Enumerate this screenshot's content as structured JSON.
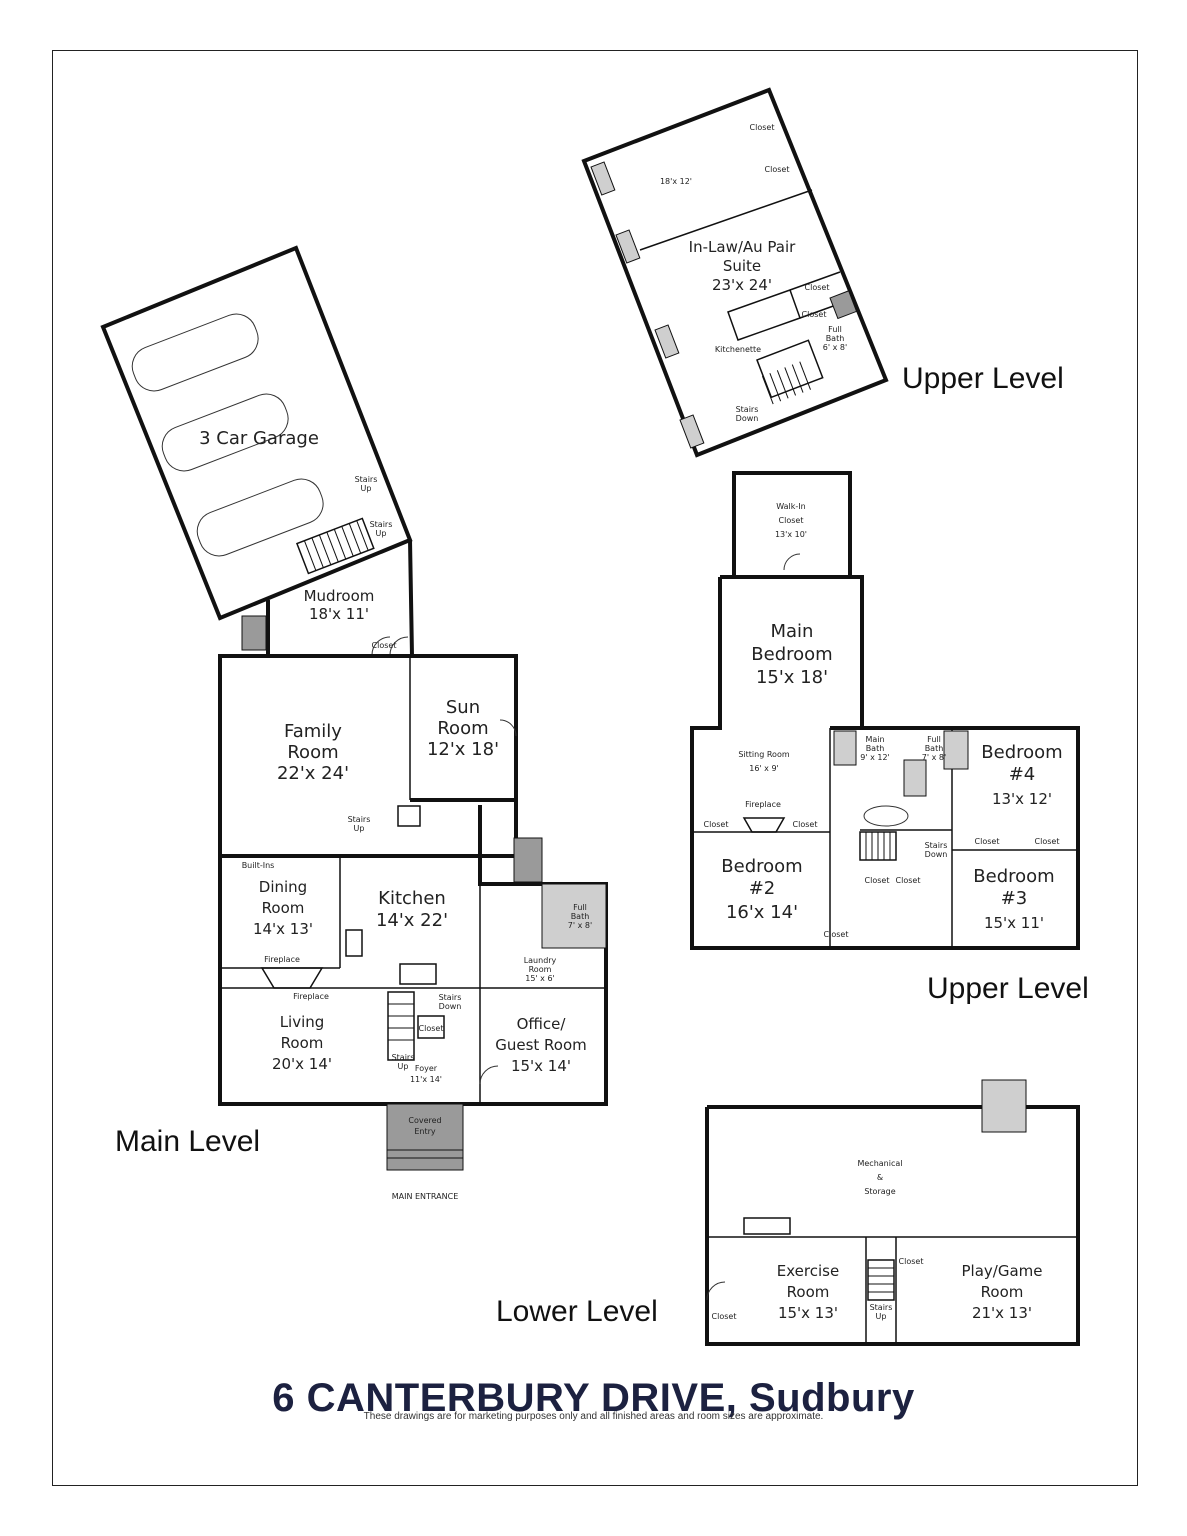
{
  "address": "6 CANTERBURY DRIVE, Sudbury",
  "disclaimer": "These drawings are for marketing purposes only and all finished areas and room sizes are approximate.",
  "levels": {
    "upper": "Upper Level",
    "main": "Main Level",
    "lower": "Lower Level"
  },
  "main_entrance": "MAIN ENTRANCE",
  "rooms": {
    "garage": "3 Car Garage",
    "garage_stairs_up_1": [
      "Stairs",
      "Up"
    ],
    "garage_stairs_up_2": [
      "Stairs",
      "Up"
    ],
    "mudroom": [
      "Mudroom",
      "18'x 11'"
    ],
    "mudroom_closet": "Closet",
    "family": [
      "Family",
      "Room",
      "22'x 24'"
    ],
    "sun": [
      "Sun",
      "Room",
      "12'x 18'"
    ],
    "family_stairs_up": [
      "Stairs",
      "Up"
    ],
    "dining": [
      "Dining",
      "Room",
      "14'x 13'"
    ],
    "built_ins": "Built-Ins",
    "kitchen": [
      "Kitchen",
      "14'x 22'"
    ],
    "main_full_bath": [
      "Full",
      "Bath",
      "7' x 8'"
    ],
    "laundry": [
      "Laundry",
      "Room",
      "15' x 6'"
    ],
    "fireplace_dining": "Fireplace",
    "fireplace_living": "Fireplace",
    "living": [
      "Living",
      "Room",
      "20'x 14'"
    ],
    "foyer_stairs_down": [
      "Stairs",
      "Down"
    ],
    "foyer_closet": "Closet",
    "foyer_stairs_up": [
      "Stairs",
      "Up"
    ],
    "foyer": [
      "Foyer",
      "11'x 14'"
    ],
    "office": [
      "Office/",
      "Guest Room",
      "15'x 14'"
    ],
    "covered_entry": [
      "Covered",
      "Entry"
    ],
    "suite_18x12": "18'x 12'",
    "suite_closet_1": "Closet",
    "suite_closet_2": "Closet",
    "suite": [
      "In-Law/Au Pair",
      "Suite",
      "23'x 24'"
    ],
    "suite_closet_3": "Closet",
    "suite_closet_4": "Closet",
    "suite_full_bath": [
      "Full",
      "Bath",
      "6' x 8'"
    ],
    "kitchenette": "Kitchenette",
    "suite_stairs_down": [
      "Stairs",
      "Down"
    ],
    "walkin": [
      "Walk-In",
      "Closet",
      "13'x 10'"
    ],
    "main_bedroom": [
      "Main",
      "Bedroom",
      "15'x 18'"
    ],
    "sitting": [
      "Sitting Room",
      "16' x 9'"
    ],
    "main_bath": [
      "Main",
      "Bath",
      "9' x 12'"
    ],
    "up_full_bath": [
      "Full",
      "Bath",
      "7' x 8'"
    ],
    "bedroom4": [
      "Bedroom",
      "#4",
      "13'x 12'"
    ],
    "fireplace_upper": "Fireplace",
    "up_closet_1": "Closet",
    "up_closet_2": "Closet",
    "up_closet_3": "Closet",
    "up_closet_4": "Closet",
    "bedroom2": [
      "Bedroom",
      "#2",
      "16'x 14'"
    ],
    "up_stairs_down": [
      "Stairs",
      "Down"
    ],
    "up_closet_5": "Closet",
    "up_closet_6": "Closet",
    "bedroom3": [
      "Bedroom",
      "#3",
      "15'x 11'"
    ],
    "up_closet_7": "Closet",
    "mechanical": [
      "Mechanical",
      "&",
      "Storage"
    ],
    "exercise": [
      "Exercise",
      "Room",
      "15'x 13'"
    ],
    "play": [
      "Play/Game",
      "Room",
      "21'x 13'"
    ],
    "lower_closet_1": "Closet",
    "lower_closet_2": "Closet",
    "lower_stairs_up": [
      "Stairs",
      "Up"
    ]
  }
}
